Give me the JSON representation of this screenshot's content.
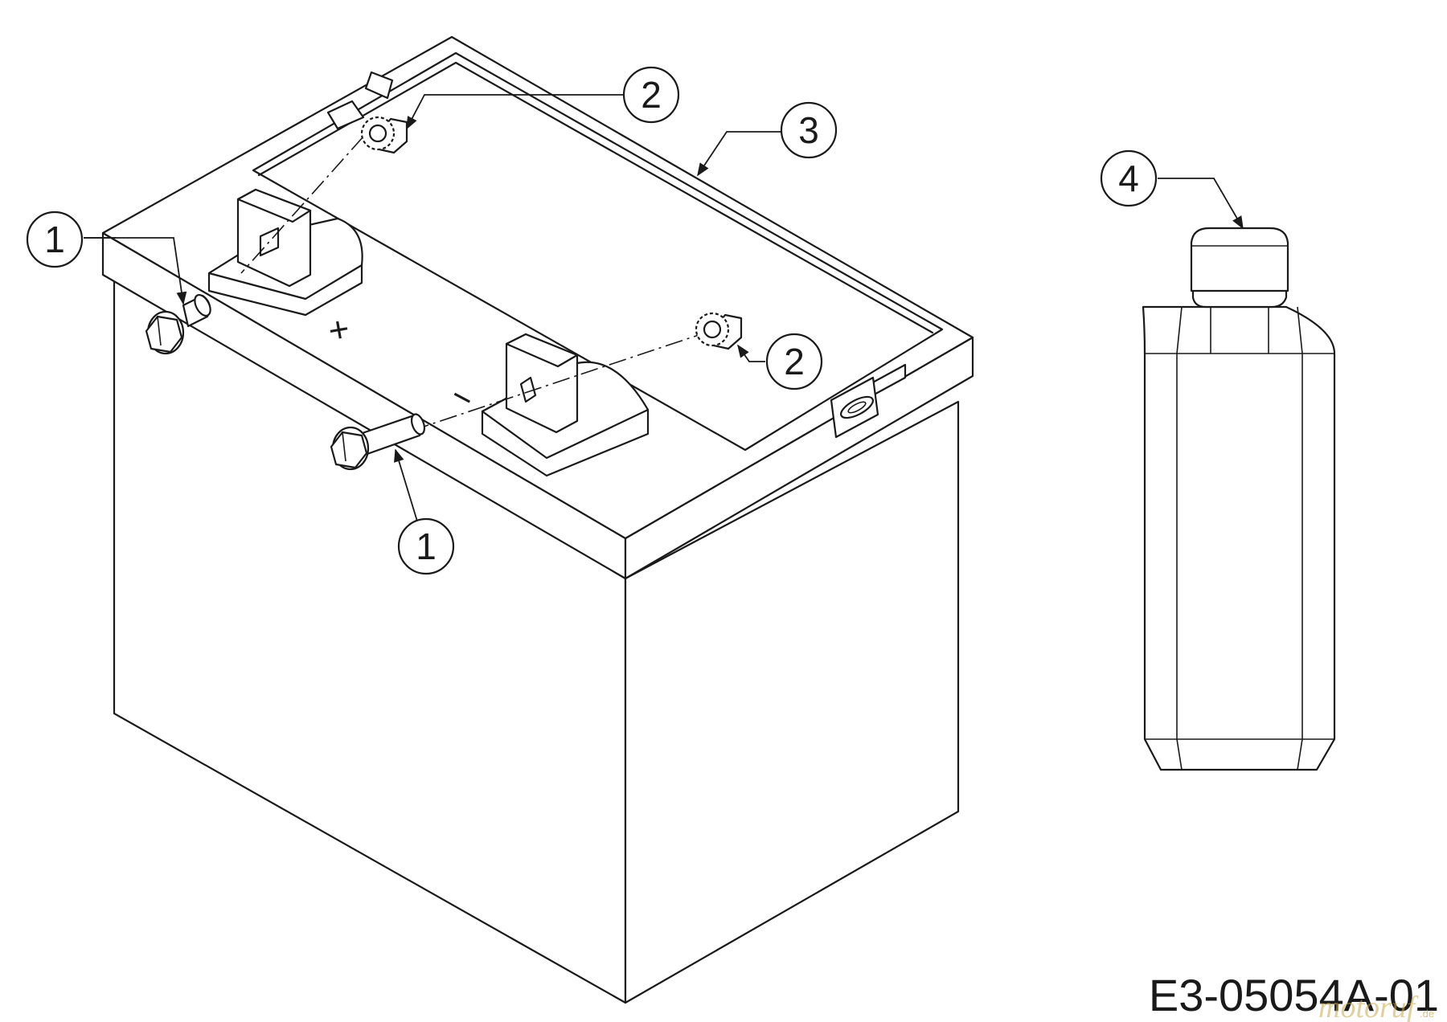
{
  "drawing": {
    "reference_code": "E3-05054A-01",
    "watermark": "motoruf",
    "watermark_domain": ".de"
  },
  "callouts": [
    {
      "id": "c1a",
      "label": "1"
    },
    {
      "id": "c1b",
      "label": "1"
    },
    {
      "id": "c2a",
      "label": "2"
    },
    {
      "id": "c2b",
      "label": "2"
    },
    {
      "id": "c3",
      "label": "3"
    },
    {
      "id": "c4",
      "label": "4"
    }
  ],
  "terminal_marks": {
    "positive": "+",
    "negative": "−"
  }
}
